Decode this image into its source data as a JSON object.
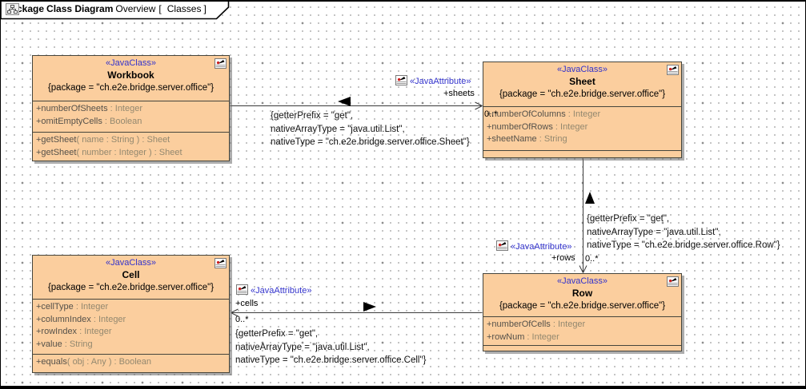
{
  "header": {
    "keyword": "package",
    "diagram_title": "Class Diagram",
    "diagram_name": "Overview",
    "open_bracket": "[",
    "context_name": "Classes",
    "close_bracket": "]"
  },
  "colors": {
    "class_fill": "#FBCE9E",
    "class_border": "#45453C",
    "stereotype_blue": "#3333CC",
    "member_name": "#55514A",
    "member_type": "#93886F"
  },
  "classes": [
    {
      "id": "workbook",
      "stereotype": "«JavaClass»",
      "name": "Workbook",
      "tagged_values": "{package = \"ch.e2e.bridge.server.office\"}",
      "attributes": [
        {
          "name": "+numberOfSheets",
          "type": " : Integer"
        },
        {
          "name": "+omitEmptyCells",
          "type": " : Boolean"
        }
      ],
      "operations": [
        {
          "name": "+getSheet",
          "signature": "( name : String ) : Sheet"
        },
        {
          "name": "+getSheet",
          "signature": "( number : Integer ) : Sheet"
        }
      ]
    },
    {
      "id": "sheet",
      "stereotype": "«JavaClass»",
      "name": "Sheet",
      "tagged_values": "{package = \"ch.e2e.bridge.server.office\"}",
      "attributes": [
        {
          "name": "+numberOfColumns",
          "type": " : Integer"
        },
        {
          "name": "+numberOfRows",
          "type": " : Integer"
        },
        {
          "name": "+sheetName",
          "type": " : String"
        }
      ],
      "operations": []
    },
    {
      "id": "row",
      "stereotype": "«JavaClass»",
      "name": "Row",
      "tagged_values": "{package = \"ch.e2e.bridge.server.office\"}",
      "attributes": [
        {
          "name": "+numberOfCells",
          "type": " : Integer"
        },
        {
          "name": "+rowNum",
          "type": " : Integer"
        }
      ],
      "operations": []
    },
    {
      "id": "cell",
      "stereotype": "«JavaClass»",
      "name": "Cell",
      "tagged_values": "{package = \"ch.e2e.bridge.server.office\"}",
      "attributes": [
        {
          "name": "+cellType",
          "type": " : Integer"
        },
        {
          "name": "+columnIndex",
          "type": " : Integer"
        },
        {
          "name": "+rowIndex",
          "type": " : Integer"
        },
        {
          "name": "+value",
          "type": " : String"
        }
      ],
      "operations": [
        {
          "name": "+equals",
          "signature": "( obj : Any ) : Boolean"
        }
      ]
    }
  ],
  "associations": [
    {
      "from": "Workbook",
      "to": "Sheet",
      "stereotype": "«JavaAttribute»",
      "end_role": "+sheets",
      "multiplicity": "0..*",
      "properties": [
        "{getterPrefix = \"get\",",
        "nativeArrayType = \"java.util.List\",",
        "nativeType = \"ch.e2e.bridge.server.office.Sheet\"}"
      ]
    },
    {
      "from": "Sheet",
      "to": "Row",
      "stereotype": "«JavaAttribute»",
      "end_role": "+rows",
      "multiplicity": "0..*",
      "properties": [
        "{getterPrefix = \"get\",",
        "nativeArrayType = \"java.util.List\",",
        "nativeType = \"ch.e2e.bridge.server.office.Row\"}"
      ]
    },
    {
      "from": "Row",
      "to": "Cell",
      "stereotype": "«JavaAttribute»",
      "end_role": "+cells",
      "multiplicity": "0..*",
      "properties": [
        "{getterPrefix = \"get\",",
        "nativeArrayType = \"java.util.List\",",
        "nativeType = \"ch.e2e.bridge.server.office.Cell\"}"
      ]
    }
  ]
}
